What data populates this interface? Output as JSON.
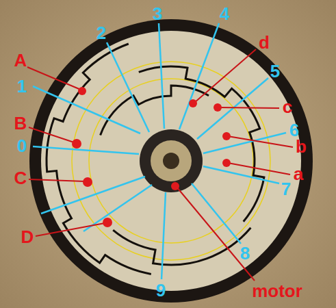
{
  "diagram": {
    "labels": [
      "A",
      "1",
      "B",
      "0",
      "C",
      "D",
      "2",
      "3",
      "4",
      "d",
      "5",
      "c",
      "6",
      "b",
      "a",
      "7",
      "8",
      "9",
      "motor"
    ]
  }
}
